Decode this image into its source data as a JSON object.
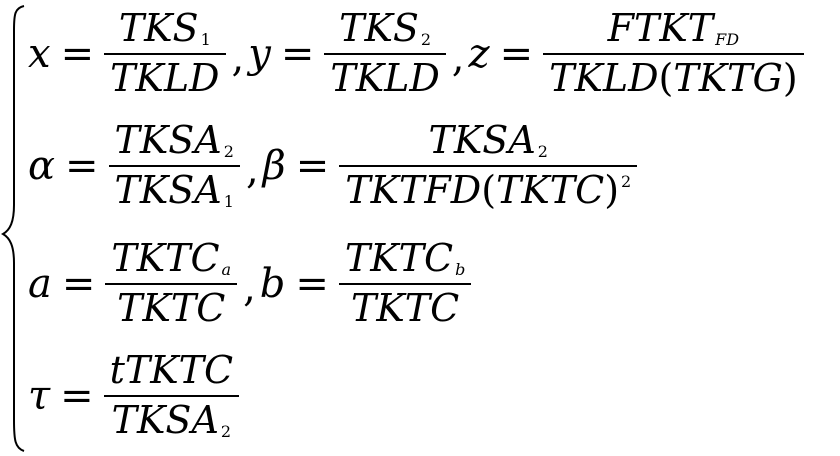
{
  "row1": {
    "x_var": "x",
    "x_num": "TKS",
    "x_num_sub": "1",
    "x_den": "TKLD",
    "y_var": "y",
    "y_num": "TKS",
    "y_num_sub": "2",
    "y_den": "TKLD",
    "z_var": "z",
    "z_num": "FTKT",
    "z_num_sub": "FD",
    "z_den_a": "TKLD",
    "z_den_open": "(",
    "z_den_b": "TKTG",
    "z_den_close": ")"
  },
  "row2": {
    "alpha_var": "α",
    "alpha_num": "TKSA",
    "alpha_num_sub": "2",
    "alpha_den": "TKSA",
    "alpha_den_sub": "1",
    "beta_var": "β",
    "beta_num": "TKSA",
    "beta_num_sub": "2",
    "beta_den_a": "TKTFD",
    "beta_den_open": "(",
    "beta_den_b": "TKTC",
    "beta_den_close": ")",
    "beta_den_sup": "2"
  },
  "row3": {
    "a_var": "a",
    "a_num": "TKTC",
    "a_num_sub": "a",
    "a_den": "TKTC",
    "b_var": "b",
    "b_num": "TKTC",
    "b_num_sub": "b",
    "b_den": "TKTC"
  },
  "row4": {
    "tau_var": "τ",
    "tau_num": "tTKTC",
    "tau_den": "TKSA",
    "tau_den_sub": "2"
  },
  "symbols": {
    "equals": "=",
    "comma": ","
  }
}
